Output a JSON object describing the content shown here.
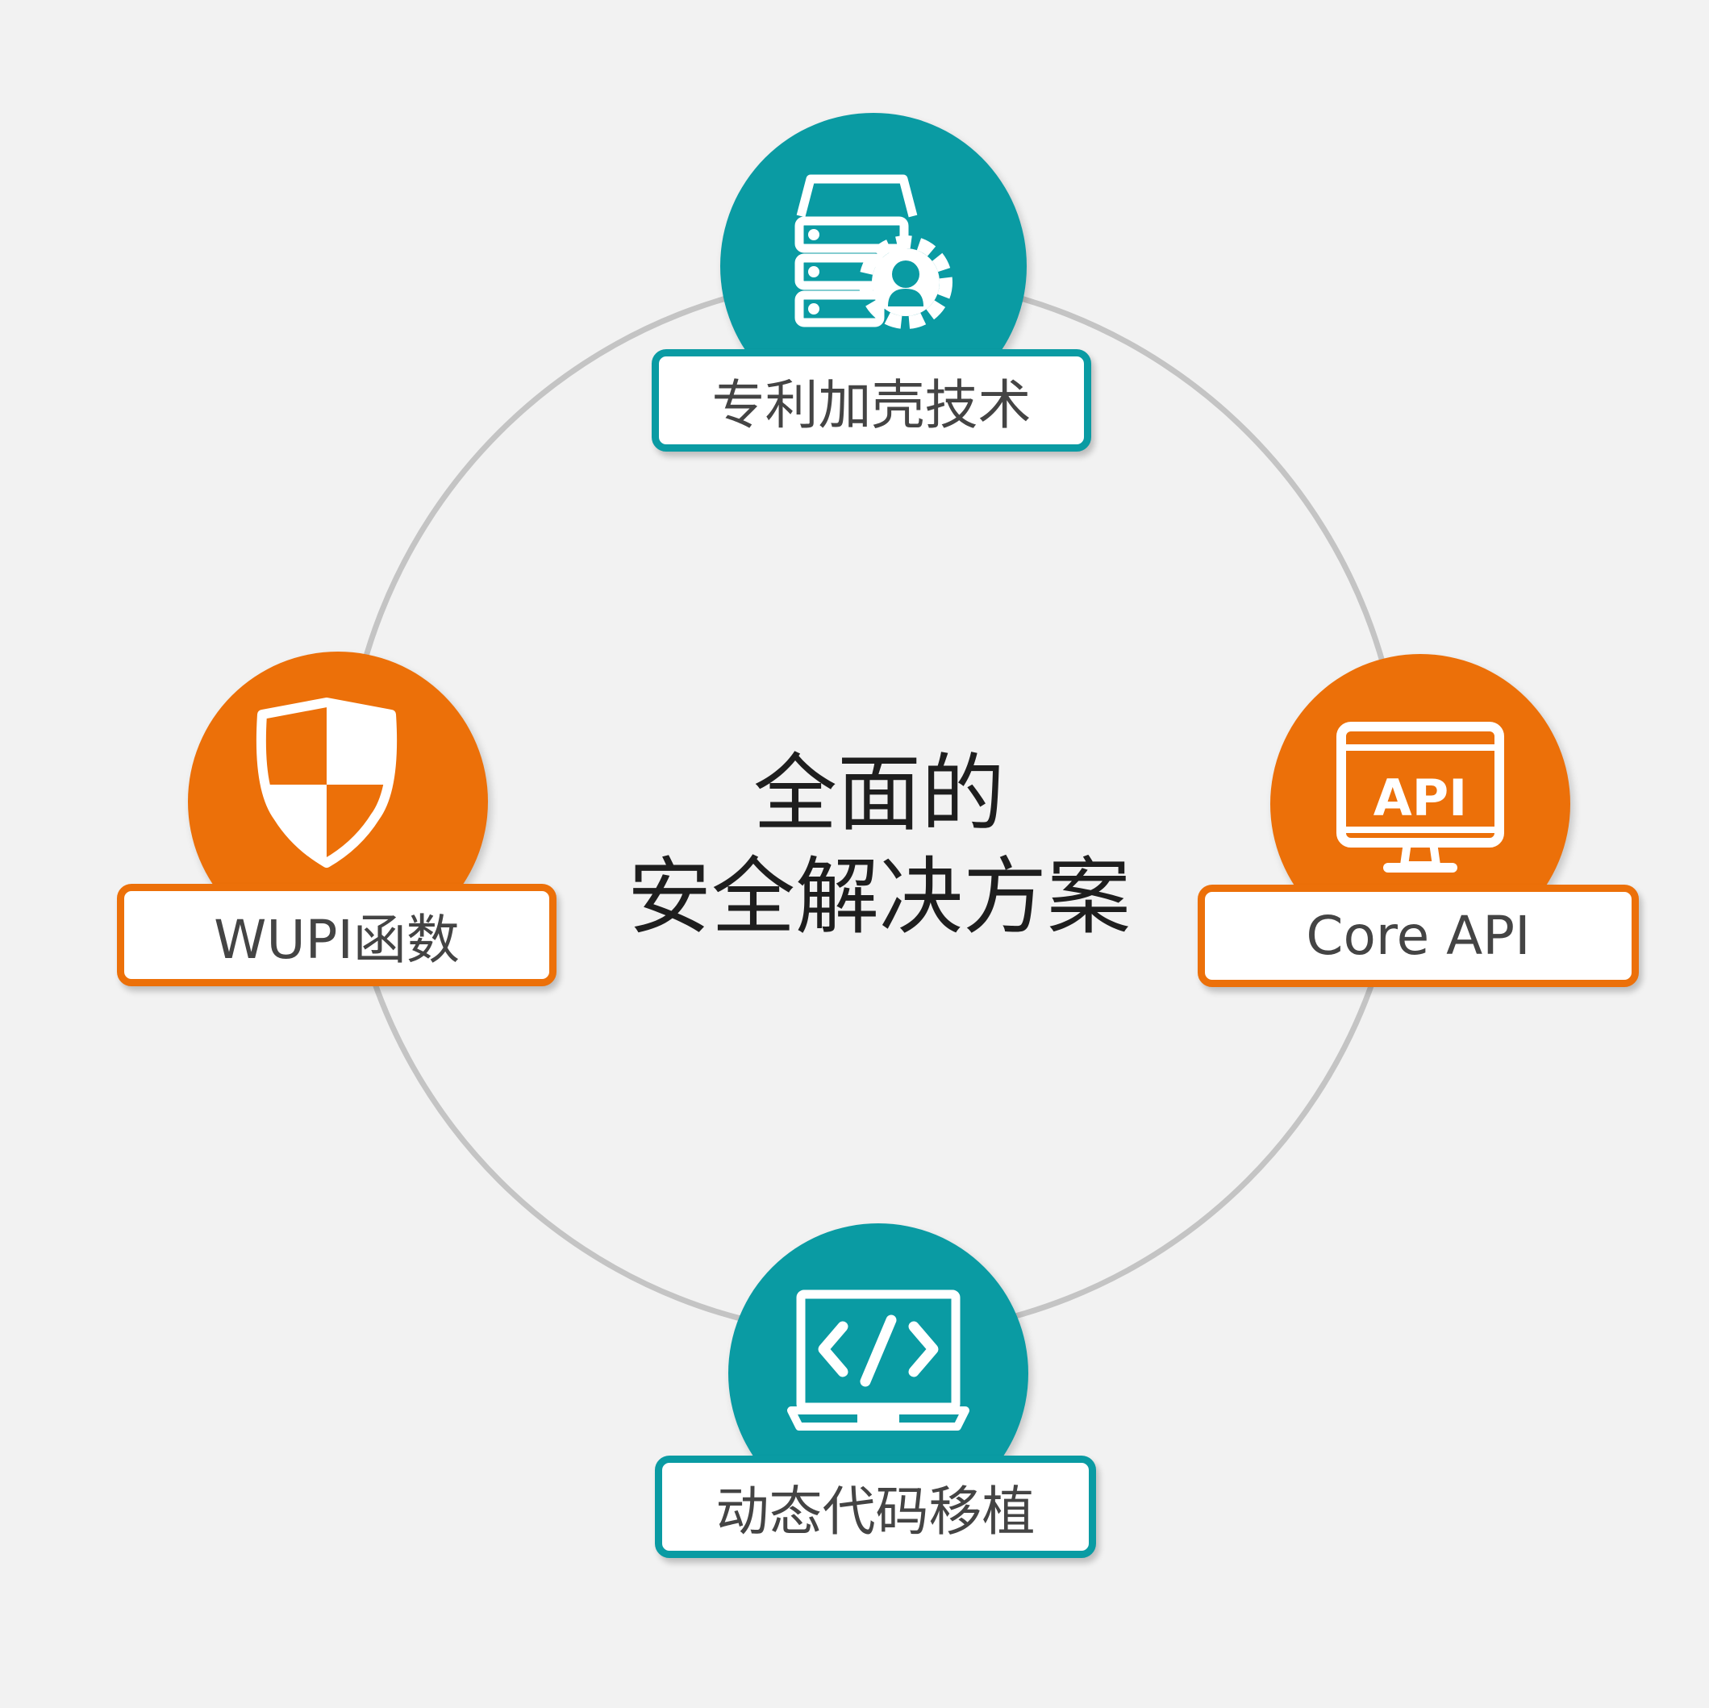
{
  "title": {
    "line1": "全面的",
    "line2": "安全解决方案"
  },
  "nodes": [
    {
      "id": "top",
      "label": "专利加壳技术",
      "icon": "server-gear-icon",
      "color": "#0a9ba3"
    },
    {
      "id": "left",
      "label": "WUPI函数",
      "icon": "shield-icon",
      "color": "#ec7009"
    },
    {
      "id": "right",
      "label": "Core API",
      "icon": "api-monitor-icon",
      "color": "#ec7009"
    },
    {
      "id": "bottom",
      "label": "动态代码移植",
      "icon": "code-laptop-icon",
      "color": "#0a9ba3"
    }
  ],
  "colors": {
    "background": "#f2f2f2",
    "ring": "#c4c4c4",
    "teal": "#0a9ba3",
    "orange": "#ec7009"
  }
}
